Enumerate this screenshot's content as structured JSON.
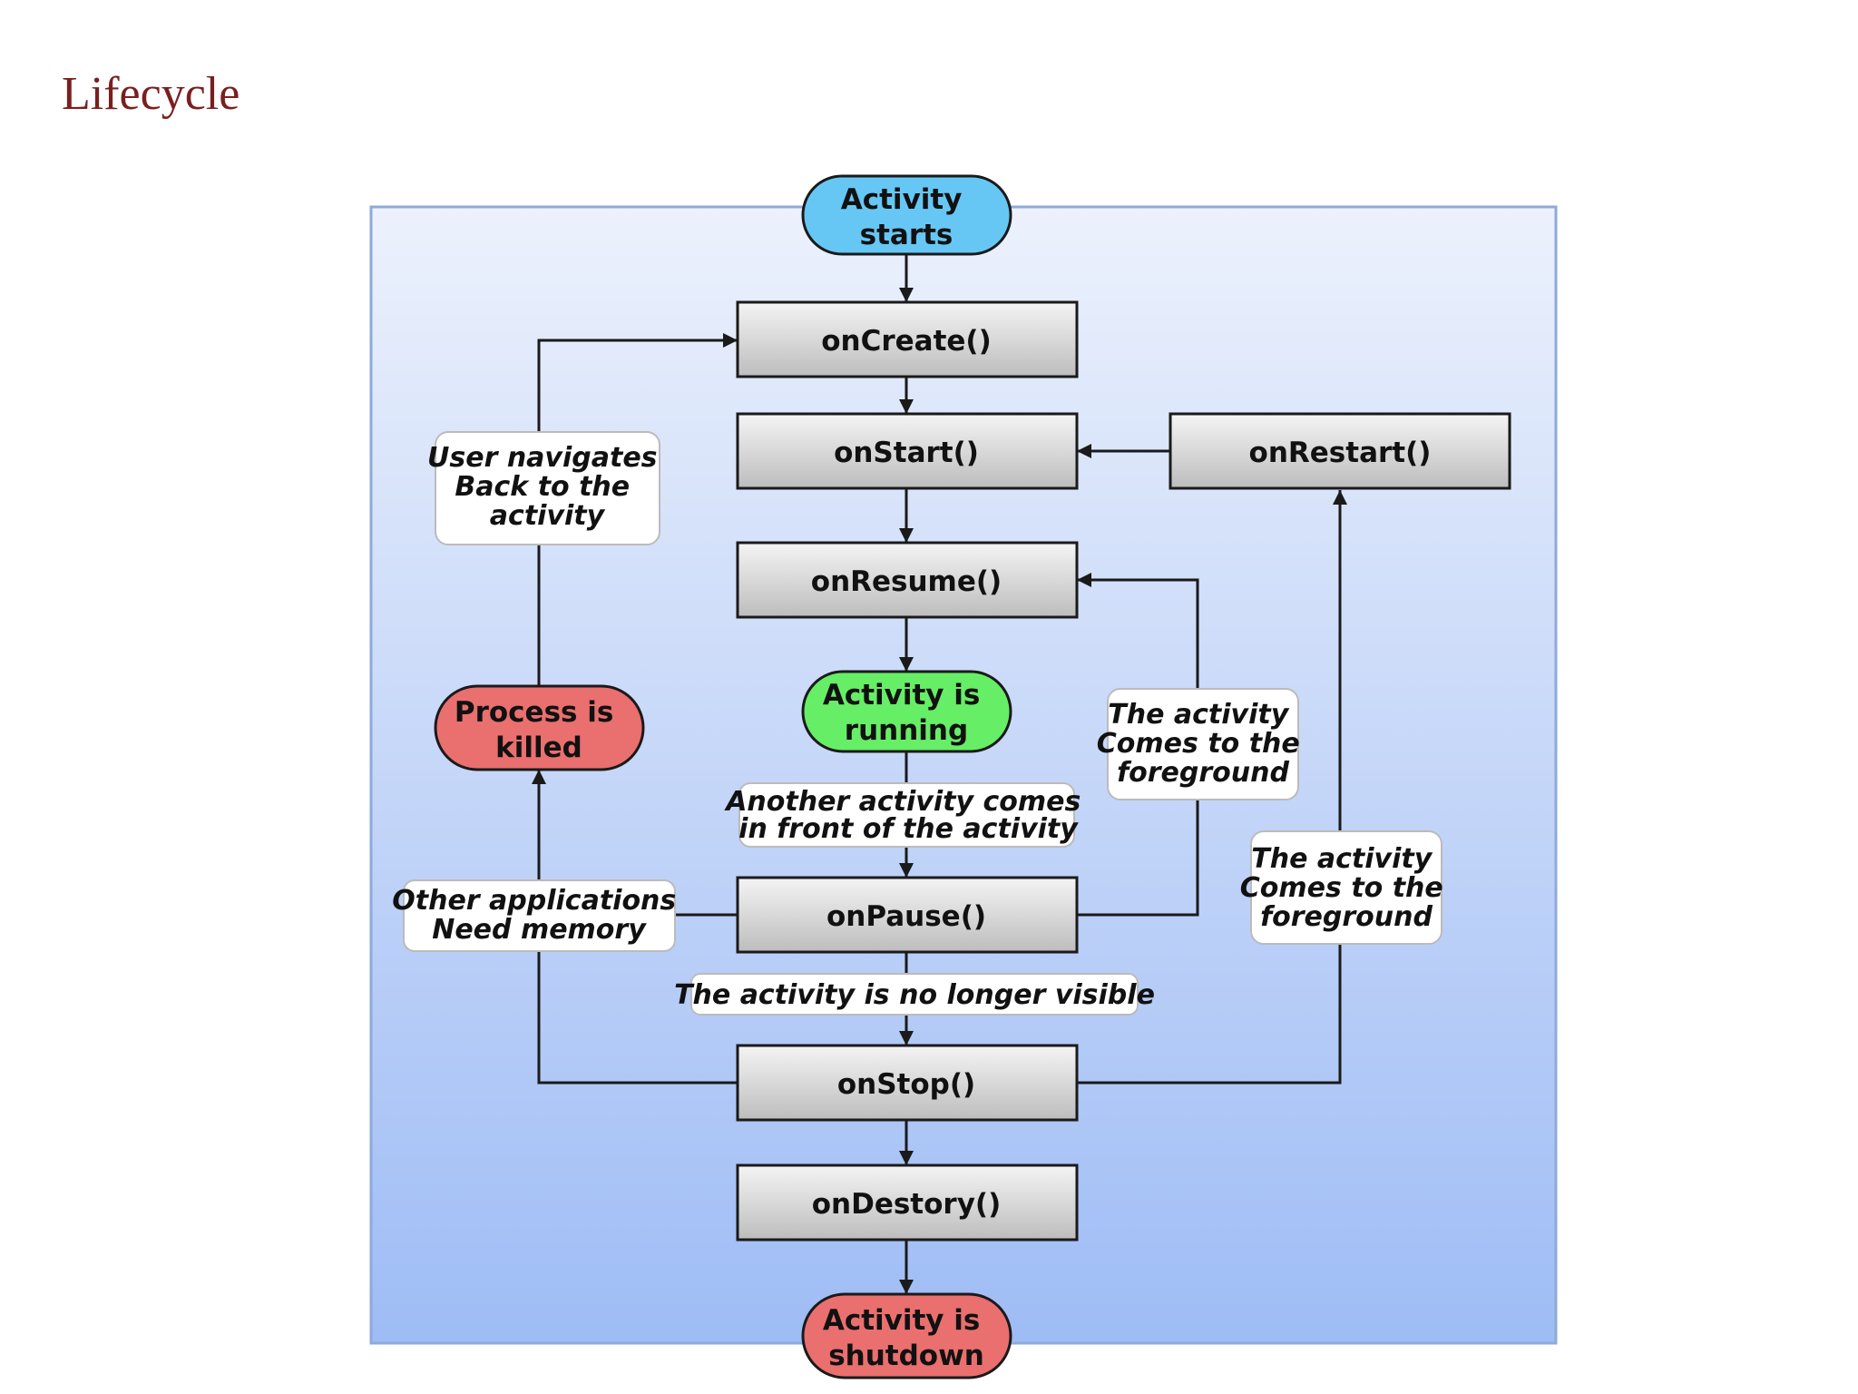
{
  "slide": {
    "title": "Lifecycle"
  },
  "diagram": {
    "nodes": {
      "activity_starts": [
        "Activity",
        "starts"
      ],
      "on_create": [
        "onCreate()"
      ],
      "on_start": [
        "onStart()"
      ],
      "on_restart": [
        "onRestart()"
      ],
      "on_resume": [
        "onResume()"
      ],
      "activity_running": [
        "Activity is",
        "running"
      ],
      "process_killed": [
        "Process is",
        "killed"
      ],
      "on_pause": [
        "onPause()"
      ],
      "on_stop": [
        "onStop()"
      ],
      "on_destroy": [
        "onDestory()"
      ],
      "activity_shutdown": [
        "Activity is",
        "shutdown"
      ]
    },
    "edge_labels": {
      "user_navigates_back": [
        "User navigates",
        "Back to the",
        "activity"
      ],
      "foreground_to_resume": [
        "The activity",
        "Comes to the",
        "foreground"
      ],
      "another_activity_front": [
        "Another activity comes",
        "in front of the activity"
      ],
      "other_apps_need_memory": [
        "Other applications",
        "Need memory"
      ],
      "foreground_to_restart": [
        "The activity",
        "Comes to the",
        "foreground"
      ],
      "no_longer_visible": [
        "The activity is no longer visible"
      ]
    },
    "colors": {
      "panel_top": "#ecf1fc",
      "panel_bottom": "#9ebcf5",
      "panel_border": "#8eaad8",
      "start_fill": "#66c7f4",
      "running_fill": "#66ee66",
      "killed_fill": "#ea6f6f",
      "shutdown_fill": "#ea6f6f",
      "step_fill_top": "#f4f4f4",
      "step_fill_bottom": "#bdbdbd",
      "label_fill": "#ffffff",
      "line": "#1a1a1a"
    }
  }
}
